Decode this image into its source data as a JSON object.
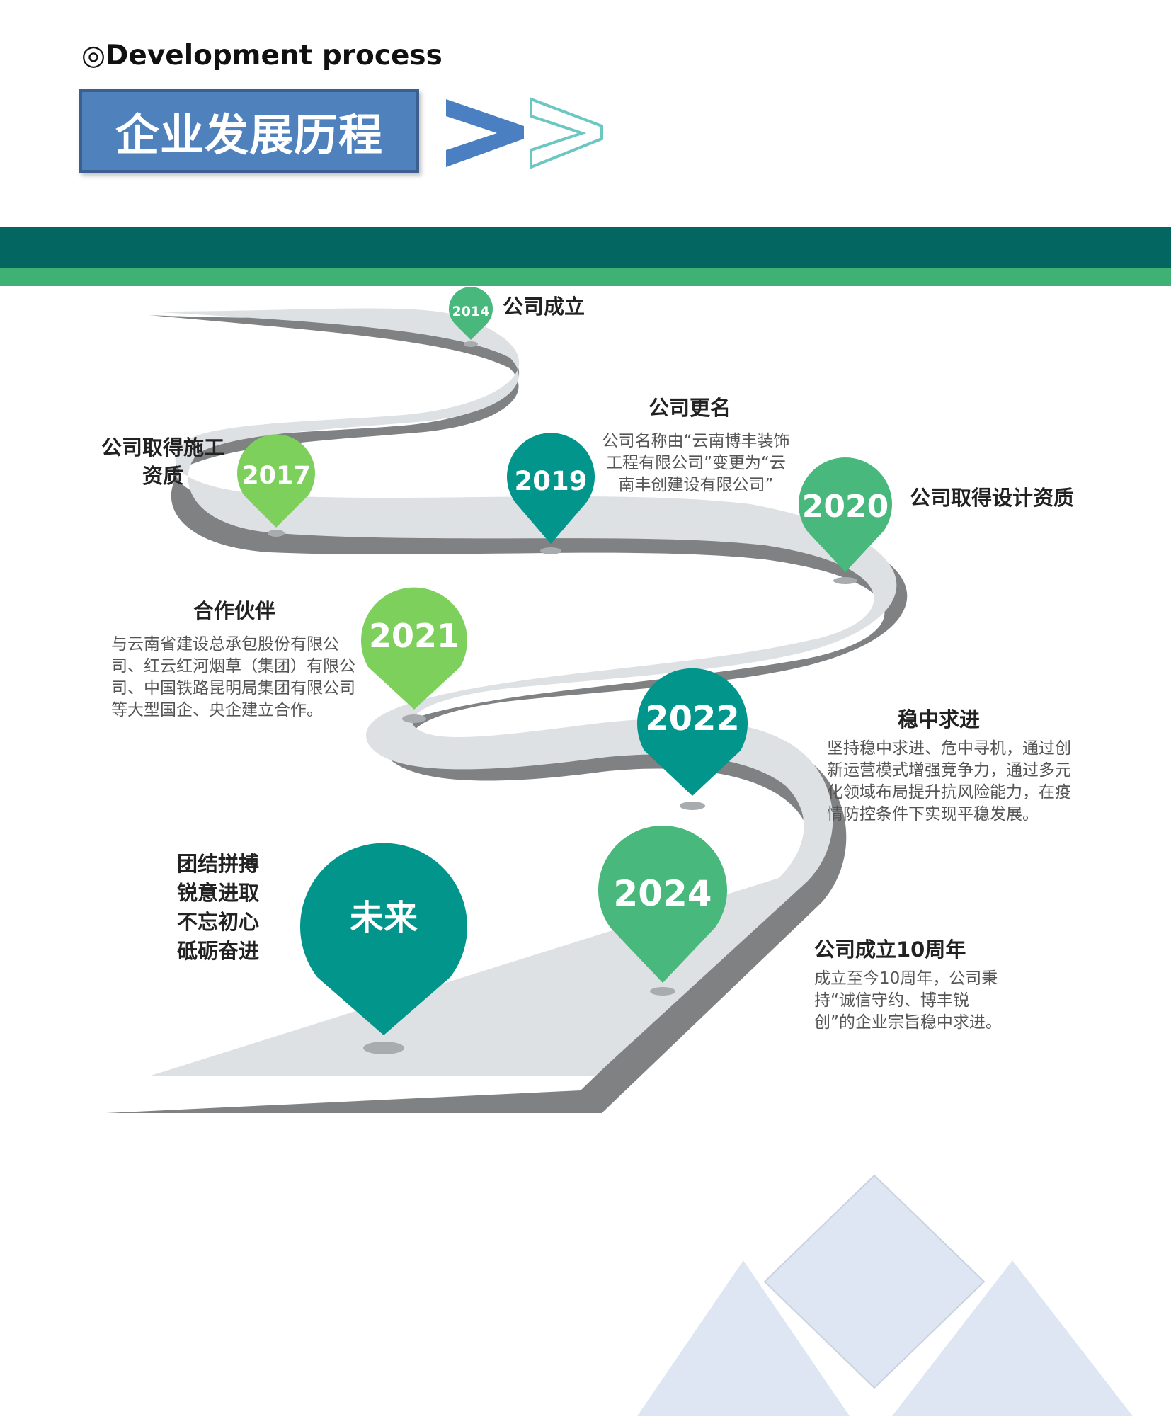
{
  "header": {
    "subtitle": "◎Development process",
    "title": "企业发展历程"
  },
  "colors": {
    "title_box": "#4f81bd",
    "band_dark": "#036660",
    "band_light": "#40b175",
    "road": "#dde1e4",
    "road_shadow": "#7f8183",
    "pin_light_green": "#7ed05c",
    "pin_mid_green": "#48b87c",
    "pin_teal": "#02958c"
  },
  "milestones": [
    {
      "year": "2014",
      "title": "公司成立",
      "pin_color": "mid-green"
    },
    {
      "year": "2017",
      "title_lines": [
        "公司取得施工",
        "资质"
      ],
      "pin_color": "light-green"
    },
    {
      "year": "2019",
      "title": "公司更名",
      "desc_lines": [
        "公司名称由“云南博丰装饰",
        "工程有限公司”变更为“云",
        "南丰创建设有限公司”"
      ],
      "pin_color": "teal"
    },
    {
      "year": "2020",
      "title": "公司取得设计资质",
      "pin_color": "mid-green"
    },
    {
      "year": "2021",
      "title": "合作伙伴",
      "desc_lines": [
        "与云南省建设总承包股份有限公",
        "司、红云红河烟草（集团）有限公",
        "司、中国铁路昆明局集团有限公司",
        "等大型国企、央企建立合作。"
      ],
      "pin_color": "light-green"
    },
    {
      "year": "2022",
      "title": "稳中求进",
      "desc_lines": [
        "坚持稳中求进、危中寻机，通过创",
        "新运营模式增强竞争力，通过多元",
        "化领域布局提升抗风险能力，在疫",
        "情防控条件下实现平稳发展。"
      ],
      "pin_color": "teal"
    },
    {
      "year": "2024",
      "title": "公司成立10周年",
      "desc_lines": [
        "成立至今10周年，公司秉",
        "持“诚信守约、博丰锐",
        "创”的企业宗旨稳中求进。"
      ],
      "pin_color": "mid-green"
    },
    {
      "year": "未来",
      "slogan_lines": [
        "团结拼搏",
        "锐意进取",
        "不忘初心",
        "砥砺奋进"
      ],
      "pin_color": "teal"
    }
  ]
}
